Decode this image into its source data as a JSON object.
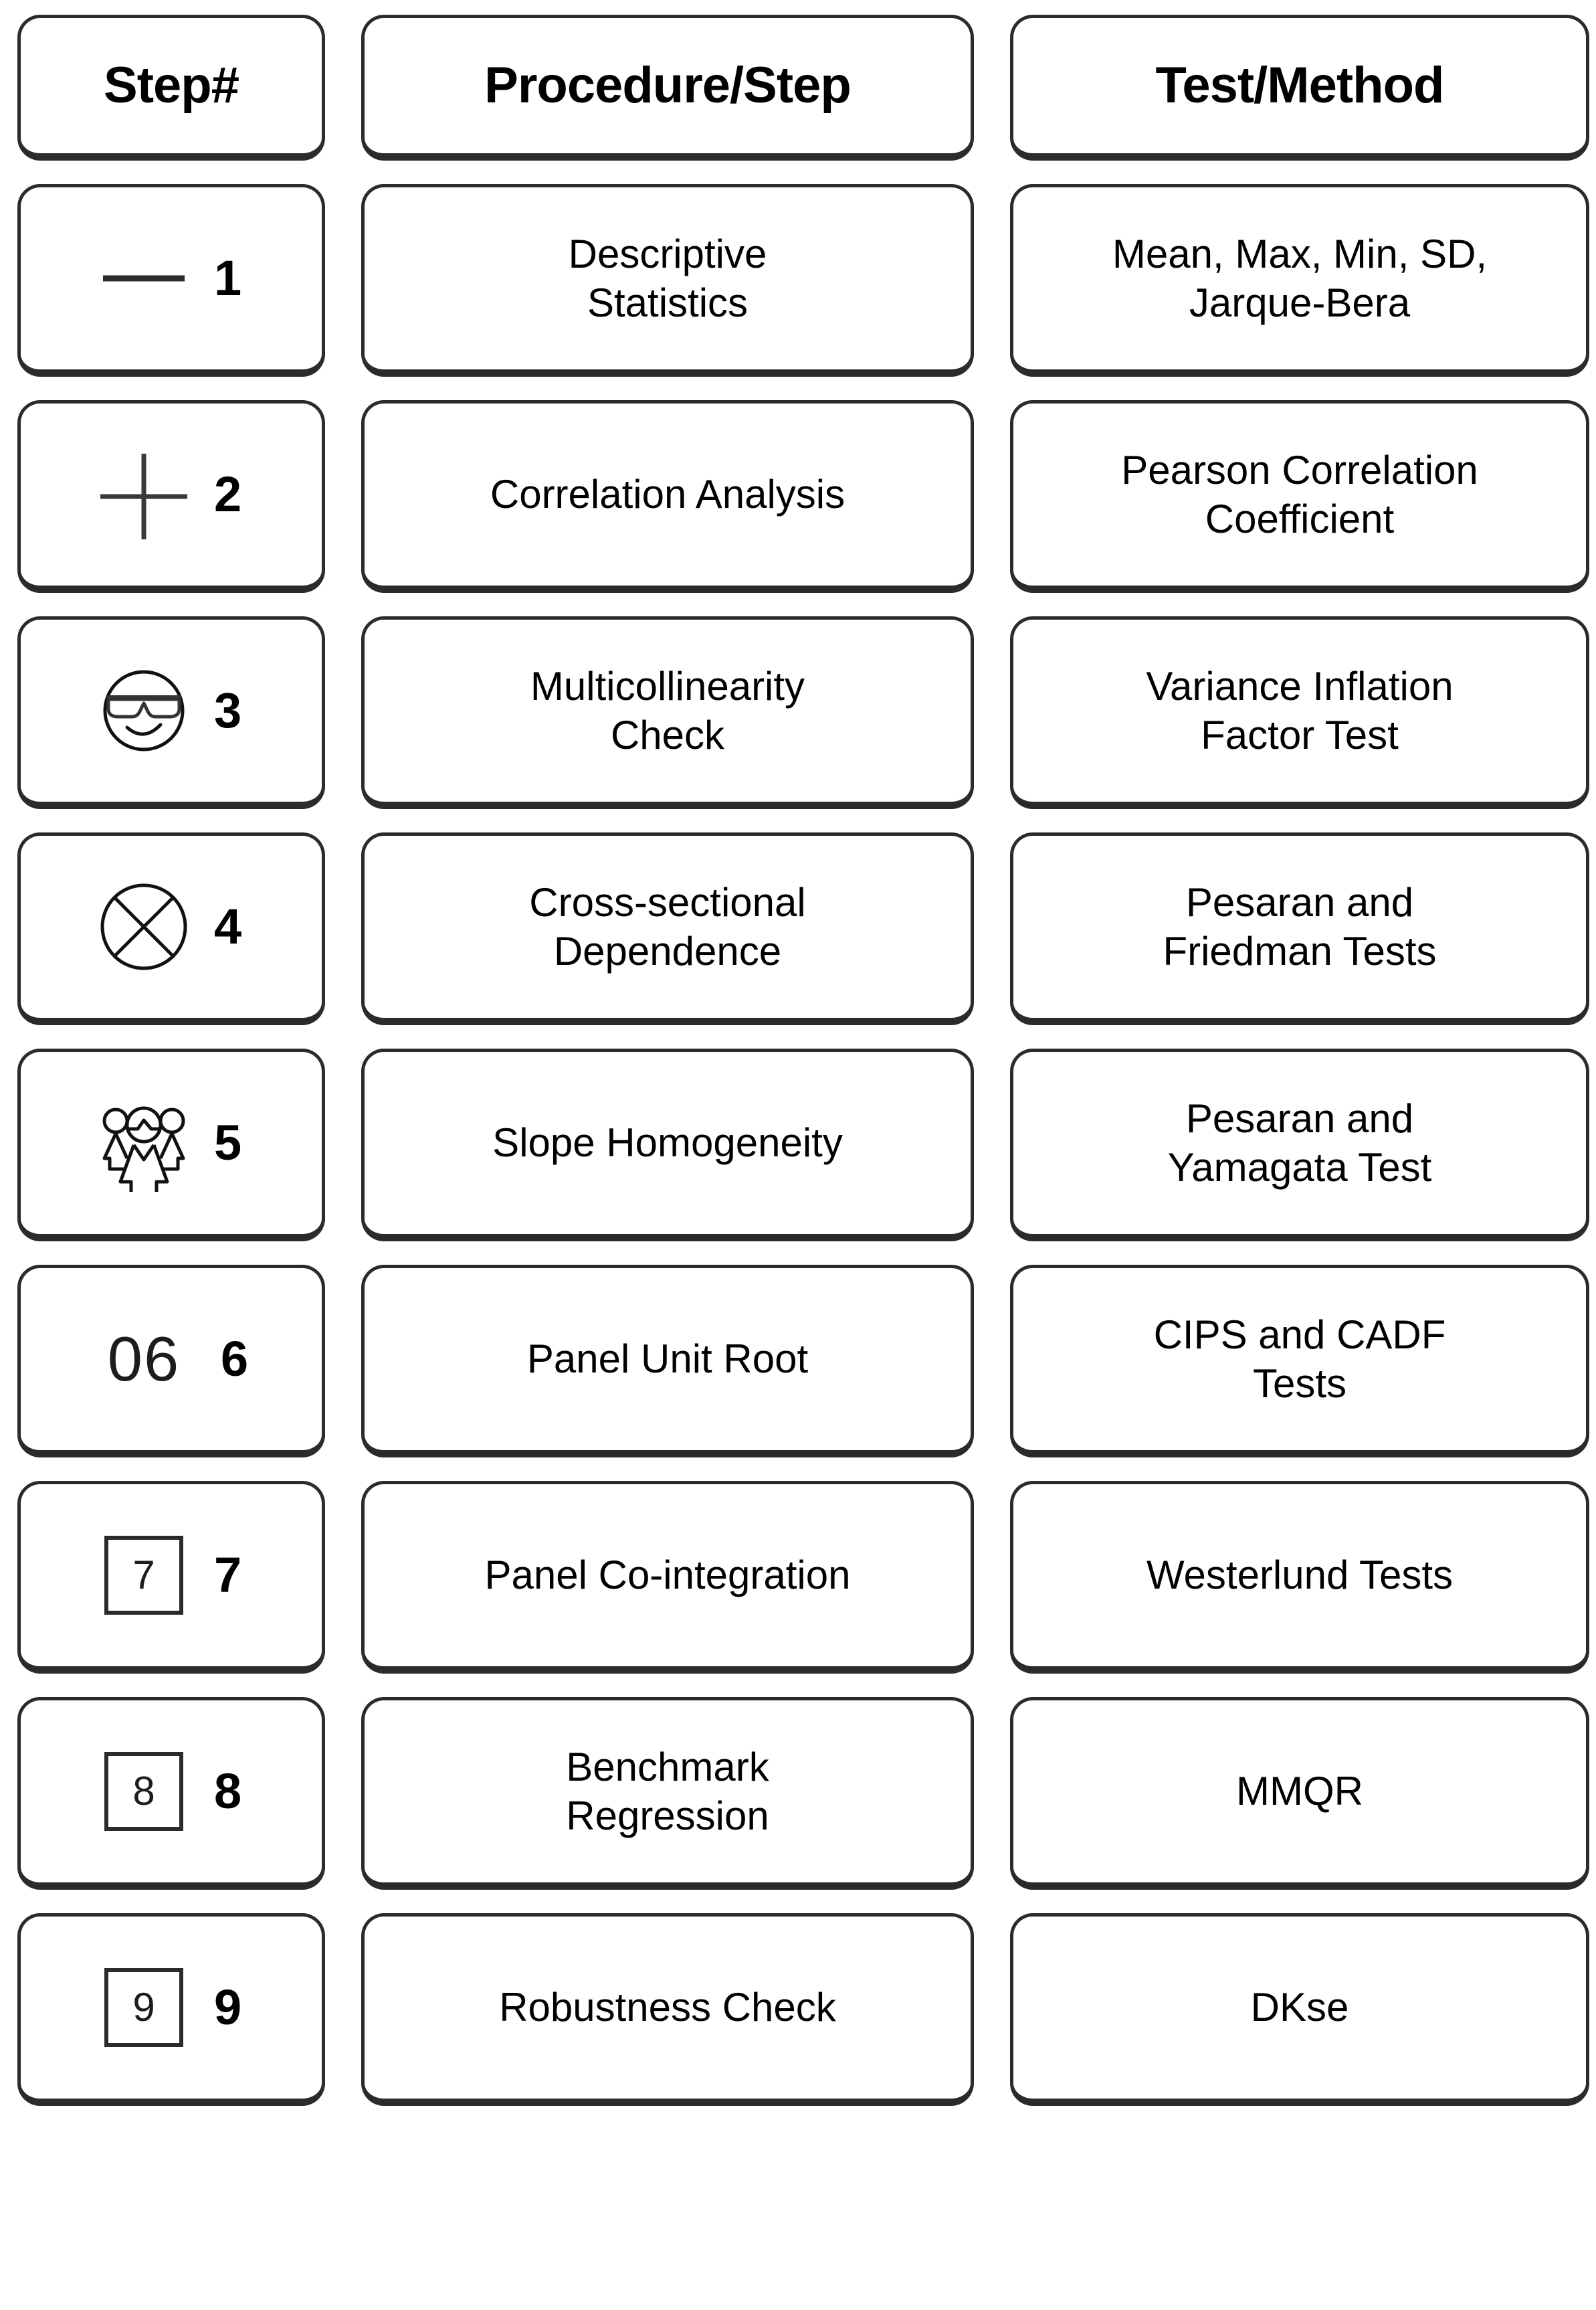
{
  "table": {
    "headers": {
      "step": "Step#",
      "procedure": "Procedure/Step",
      "test": "Test/Method"
    },
    "rows": [
      {
        "number": "1",
        "icon": "minus-line-icon",
        "procedure": "Descriptive\nStatistics",
        "procedure_lines": [
          "Descriptive",
          "Statistics"
        ],
        "test": "Mean, Max, Min, SD,\nJarque-Bera",
        "test_lines": [
          "Mean, Max, Min, SD,",
          "Jarque-Bera"
        ]
      },
      {
        "number": "2",
        "icon": "plus-cross-icon",
        "procedure": "Correlation Analysis",
        "procedure_lines": [
          "Correlation Analysis"
        ],
        "test": "Pearson Correlation\nCoefficient",
        "test_lines": [
          "Pearson Correlation",
          "Coefficient"
        ]
      },
      {
        "number": "3",
        "icon": "sunglasses-face-icon",
        "procedure": "Multicollinearity\nCheck",
        "procedure_lines": [
          "Multicollinearity",
          "Check"
        ],
        "test": "Variance Inflation\nFactor Test",
        "test_lines": [
          "Variance Inflation",
          "Factor Test"
        ]
      },
      {
        "number": "4",
        "icon": "circle-x-icon",
        "procedure": "Cross-sectional\nDependence",
        "procedure_lines": [
          "Cross-sectional",
          "Dependence"
        ],
        "test": "Pesaran and\nFriedman Tests",
        "test_lines": [
          "Pesaran and",
          "Friedman Tests"
        ]
      },
      {
        "number": "5",
        "icon": "people-group-icon",
        "procedure": "Slope Homogeneity",
        "procedure_lines": [
          "Slope Homogeneity"
        ],
        "test": "Pesaran and\nYamagata Test",
        "test_lines": [
          "Pesaran and",
          "Yamagata Test"
        ]
      },
      {
        "number": "6",
        "icon": "numeral-06-icon",
        "icon_text": "06",
        "procedure": "Panel Unit Root",
        "procedure_lines": [
          "Panel Unit Root"
        ],
        "test": "CIPS and CADF\nTests",
        "test_lines": [
          "CIPS and CADF",
          "Tests"
        ]
      },
      {
        "number": "7",
        "icon": "boxed-numeral-7-icon",
        "icon_text": "7",
        "procedure": "Panel Co-integration",
        "procedure_lines": [
          "Panel Co-integration"
        ],
        "test": "Westerlund Tests",
        "test_lines": [
          "Westerlund Tests"
        ]
      },
      {
        "number": "8",
        "icon": "boxed-numeral-8-icon",
        "icon_text": "8",
        "procedure": "Benchmark\nRegression",
        "procedure_lines": [
          "Benchmark",
          "Regression"
        ],
        "test": "MMQR",
        "test_lines": [
          "MMQR"
        ]
      },
      {
        "number": "9",
        "icon": "boxed-numeral-9-icon",
        "icon_text": "9",
        "procedure": "Robustness Check",
        "procedure_lines": [
          "Robustness Check"
        ],
        "test": "DKse",
        "test_lines": [
          "DKse"
        ]
      }
    ]
  },
  "colors": {
    "border": "#2b2b2b",
    "text": "#000000",
    "background": "#ffffff"
  }
}
